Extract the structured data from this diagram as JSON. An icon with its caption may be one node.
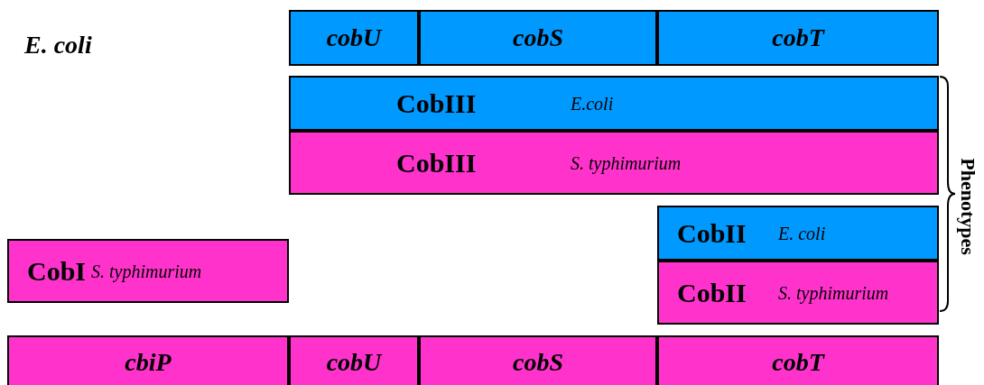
{
  "diagram": {
    "nodes": [
      {
        "text": [
          "cobU"
        ]
      },
      {
        "text": [
          "cobS"
        ]
      },
      {
        "text": [
          "cobT"
        ]
      },
      {
        "text": [
          "CobIII",
          "E.coli"
        ]
      },
      {
        "text": [
          "CobIII",
          "S. typhimurium"
        ]
      },
      {
        "text": [
          "CobI",
          "S. typhimurium"
        ]
      },
      {
        "text": [
          "CobII",
          "E. coli"
        ]
      },
      {
        "text": [
          "CobII",
          "S. typhimurium"
        ]
      },
      {
        "text": [
          "cbiP"
        ]
      },
      {
        "text": [
          "cobU"
        ]
      },
      {
        "text": [
          "cobS"
        ]
      },
      {
        "text": [
          "cobT"
        ]
      }
    ],
    "edges": [],
    "labels": [
      "E. coli",
      "Phenotypes"
    ]
  }
}
